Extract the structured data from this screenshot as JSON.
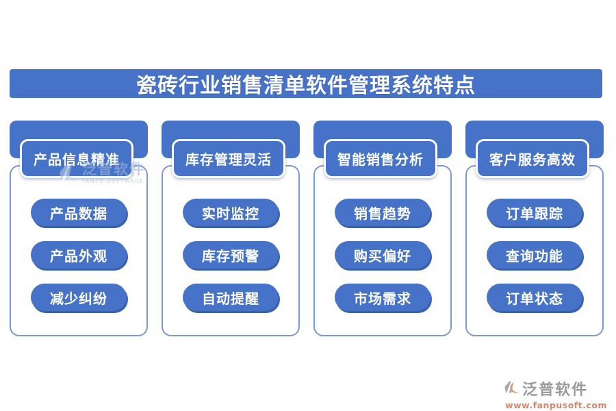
{
  "title": "瓷砖行业销售清单软件管理系统特点",
  "columns": [
    {
      "header": "产品信息精准",
      "items": [
        "产品数据",
        "产品外观",
        "减少纠纷"
      ]
    },
    {
      "header": "库存管理灵活",
      "items": [
        "实时监控",
        "库存预警",
        "自动提醒"
      ]
    },
    {
      "header": "智能销售分析",
      "items": [
        "销售趋势",
        "购买偏好",
        "市场需求"
      ]
    },
    {
      "header": "客户服务高效",
      "items": [
        "订单跟踪",
        "查询功能",
        "订单状态"
      ]
    }
  ],
  "watermark": {
    "brand": "泛普软件",
    "subtitle": "FANPU SOFTWARE"
  },
  "footer": {
    "brand": "泛普软件",
    "url": "www.fanpusoft.com"
  },
  "colors": {
    "primary": "#4673c8",
    "card_border": "#7e97d8",
    "pill_shadow": "#3a5fae",
    "watermark_text": "#9db4d6",
    "footer_text": "#918f92",
    "footer_url": "#d47a5b"
  }
}
